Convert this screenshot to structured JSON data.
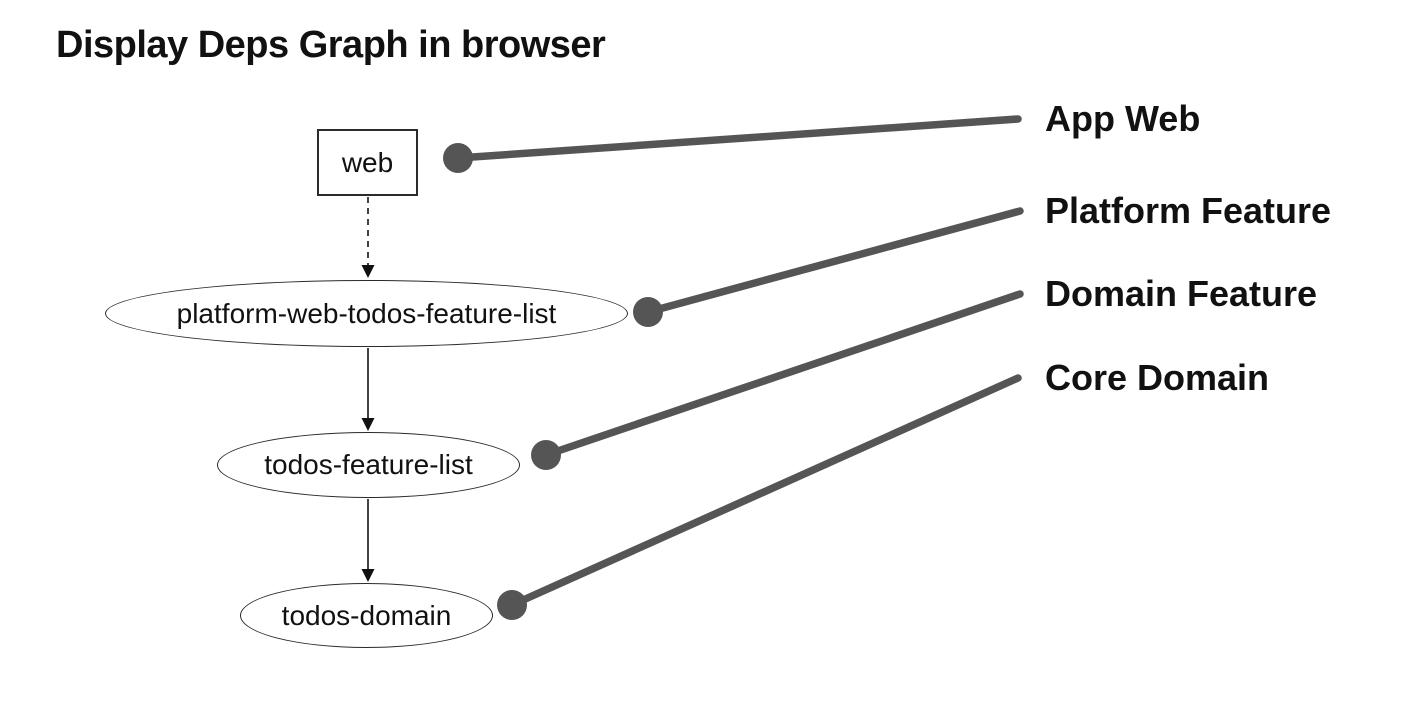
{
  "title": "Display Deps Graph in browser",
  "colors": {
    "background": "#ffffff",
    "callout_gray": "#555555",
    "node_stroke": "#2b2b2b",
    "text": "#111111"
  },
  "graph": {
    "nodes": [
      {
        "id": "web",
        "label": "web",
        "shape": "box"
      },
      {
        "id": "platform-web-todos-feature-list",
        "label": "platform-web-todos-feature-list",
        "shape": "ellipse"
      },
      {
        "id": "todos-feature-list",
        "label": "todos-feature-list",
        "shape": "ellipse"
      },
      {
        "id": "todos-domain",
        "label": "todos-domain",
        "shape": "ellipse"
      }
    ],
    "edges": [
      {
        "from": "web",
        "to": "platform-web-todos-feature-list",
        "style": "dashed"
      },
      {
        "from": "platform-web-todos-feature-list",
        "to": "todos-feature-list",
        "style": "solid"
      },
      {
        "from": "todos-feature-list",
        "to": "todos-domain",
        "style": "solid"
      }
    ]
  },
  "annotations": [
    {
      "label": "App Web",
      "target": "web"
    },
    {
      "label": "Platform Feature",
      "target": "platform-web-todos-feature-list"
    },
    {
      "label": "Domain Feature",
      "target": "todos-feature-list"
    },
    {
      "label": "Core Domain",
      "target": "todos-domain"
    }
  ]
}
